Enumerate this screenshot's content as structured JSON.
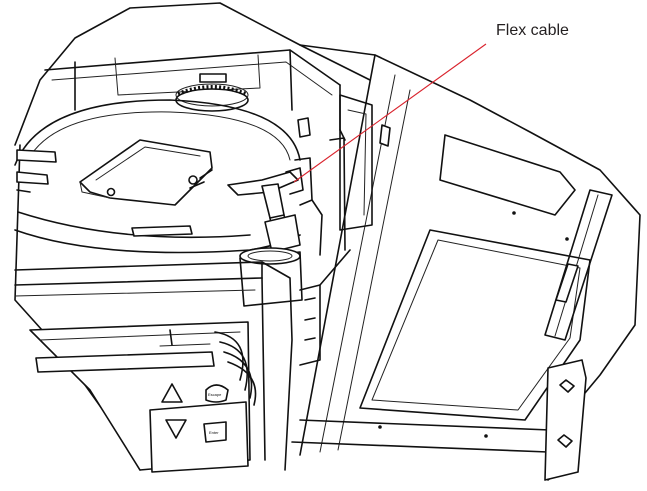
{
  "callout": {
    "label": "Flex cable",
    "leader_color": "#d9232d"
  },
  "keypad": {
    "buttons": [
      {
        "icon": "up-arrow-icon"
      },
      {
        "icon": "down-arrow-icon"
      },
      {
        "label": "Escape"
      },
      {
        "label": "Enter"
      }
    ]
  },
  "colors": {
    "line": "#111111",
    "background": "#ffffff",
    "text": "#231f20"
  }
}
